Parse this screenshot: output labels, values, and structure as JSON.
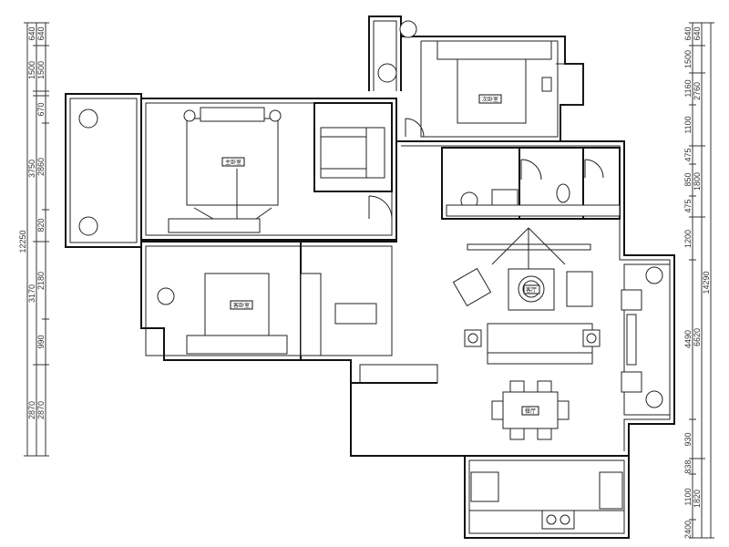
{
  "rooms": {
    "master_bedroom": "主卧室",
    "second_bedroom": "次卧室",
    "guest_bedroom": "客卧室",
    "living_room": "客厅",
    "dining_room": "餐厅"
  },
  "dimensions": {
    "left_total": "12250",
    "left_middle": [
      "640",
      "1500",
      "3750",
      "3170",
      "2870"
    ],
    "left_inner": [
      "640",
      "1500",
      "670",
      "2860",
      "820",
      "2180",
      "990",
      "2870"
    ],
    "right_total": "14290",
    "right_middle": [
      "640",
      "2760",
      "1800",
      "6620",
      "1820"
    ],
    "right_inner": [
      "640",
      "1500",
      "1160",
      "1100",
      "475",
      "850",
      "475",
      "1200",
      "4490",
      "930",
      "838",
      "1100",
      "2400"
    ]
  },
  "colors": {
    "line": "#111111",
    "background": "#ffffff"
  }
}
